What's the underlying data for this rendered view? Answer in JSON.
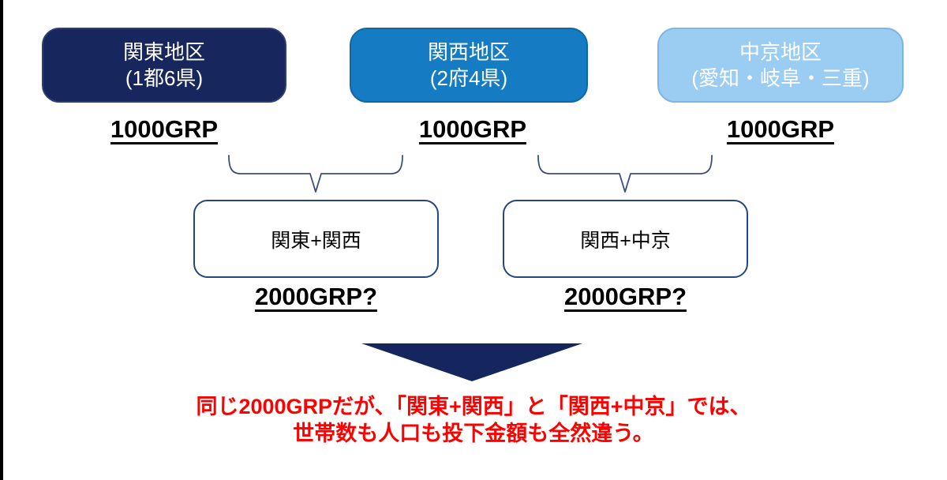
{
  "regions": [
    {
      "id": "kanto",
      "title": "関東地区",
      "subtitle": "(1都6県)",
      "grp_label": "1000GRP"
    },
    {
      "id": "kansai",
      "title": "関西地区",
      "subtitle": "(2府4県)",
      "grp_label": "1000GRP"
    },
    {
      "id": "chukyo",
      "title": "中京地区",
      "subtitle": "(愛知・岐阜・三重)",
      "grp_label": "1000GRP"
    }
  ],
  "combinations": [
    {
      "id": "kanto-kansai",
      "label": "関東+関西",
      "grp_label": "2000GRP?"
    },
    {
      "id": "kansai-chukyo",
      "label": "関西+中京",
      "grp_label": "2000GRP?"
    }
  ],
  "conclusion": {
    "line1": "同じ2000GRPだが、「関東+関西」と「関西+中京」では、",
    "line2": "世帯数も人口も投下金額も全然違う。"
  },
  "colors": {
    "region_kanto_fill": "#17265C",
    "region_kansai_fill": "#157CC4",
    "region_chukyo_fill": "#9BCCF2",
    "region_text": "#FFFFFF",
    "combo_border": "#24477F",
    "brace_stroke": "#3A4E80",
    "arrow_fill": "#15265E",
    "grp_text": "#000000",
    "emphasis_text": "#FF0000"
  }
}
